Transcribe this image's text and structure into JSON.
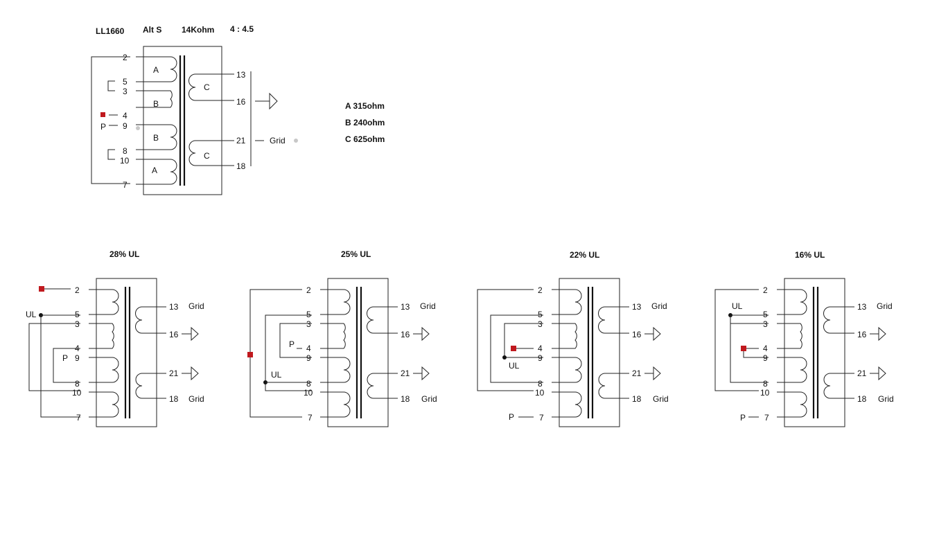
{
  "header": {
    "model": "LL1660",
    "variant": "Alt S",
    "impedance": "14Kohm",
    "ratio": "4 : 4.5"
  },
  "legend": [
    "A 315ohm",
    "B 240ohm",
    "C 625ohm"
  ],
  "main_diagram": {
    "winding_labels": [
      "A",
      "B",
      "B",
      "A",
      "C",
      "C"
    ],
    "primary_pins": [
      "2",
      "5",
      "3",
      "4",
      "9",
      "8",
      "10",
      "7"
    ],
    "secondary_pins": [
      "13",
      "16",
      "21",
      "18"
    ],
    "plate_label": "P",
    "grid_label": "Grid"
  },
  "variants": [
    {
      "title": "28% UL",
      "ul_label": "UL",
      "p_label": "P",
      "grid_top": "Grid",
      "grid_bottom": "Grid",
      "primary_pins": [
        "2",
        "5",
        "3",
        "4",
        "9",
        "8",
        "10",
        "7"
      ],
      "secondary_pins": [
        "13",
        "16",
        "21",
        "18"
      ]
    },
    {
      "title": "25% UL",
      "ul_label": "UL",
      "p_label": "P",
      "grid_top": "Grid",
      "grid_bottom": "Grid",
      "primary_pins": [
        "2",
        "5",
        "3",
        "4",
        "9",
        "8",
        "10",
        "7"
      ],
      "secondary_pins": [
        "13",
        "16",
        "21",
        "18"
      ]
    },
    {
      "title": "22% UL",
      "ul_label": "UL",
      "p_label": "P",
      "grid_top": "Grid",
      "grid_bottom": "Grid",
      "primary_pins": [
        "2",
        "5",
        "3",
        "4",
        "9",
        "8",
        "10",
        "7"
      ],
      "secondary_pins": [
        "13",
        "16",
        "21",
        "18"
      ]
    },
    {
      "title": "16% UL",
      "ul_label": "UL",
      "p_label": "P",
      "grid_top": "Grid",
      "grid_bottom": "Grid",
      "primary_pins": [
        "2",
        "5",
        "3",
        "4",
        "9",
        "8",
        "10",
        "7"
      ],
      "secondary_pins": [
        "13",
        "16",
        "21",
        "18"
      ]
    }
  ],
  "colors": {
    "marker": "#c0191e",
    "line": "#222222",
    "dot": "#c8c8c8"
  }
}
